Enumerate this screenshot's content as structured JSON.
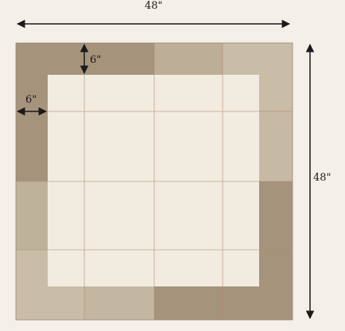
{
  "diagram": {
    "width_label": "48\"",
    "height_label": "48\"",
    "border_top_label": "6\"",
    "border_left_label": "6\""
  },
  "colors": {
    "background": "#f4efe8",
    "inner_panel": "#f1ecdf",
    "border_dark": "#a5937c",
    "border_medium": "#b8a891",
    "border_light": "#c9bda8",
    "seam_line": "#b98a72",
    "arrow": "#1a1a1a"
  }
}
